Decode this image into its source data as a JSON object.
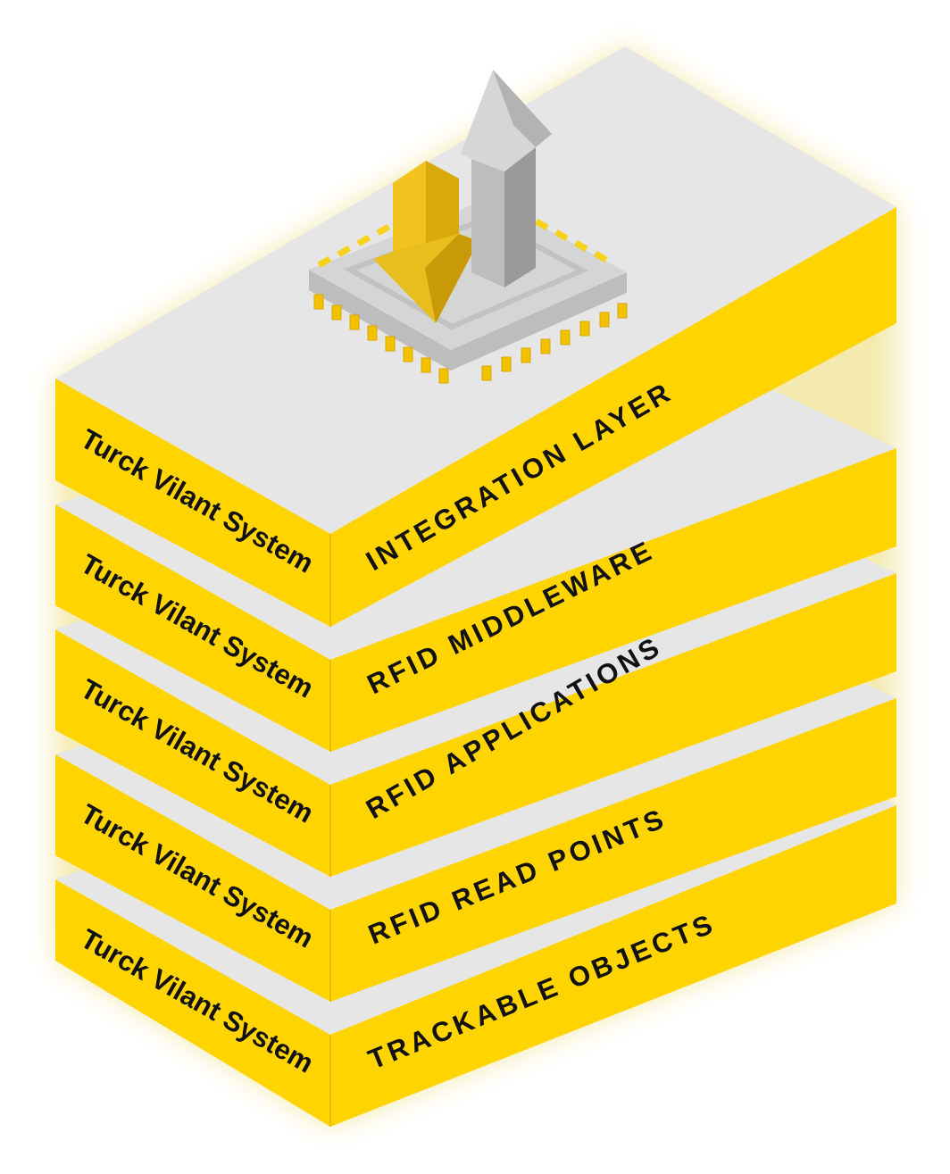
{
  "diagram": {
    "layers": [
      {
        "brand_label": "Turck Vilant System",
        "layer_label": "INTEGRATION LAYER"
      },
      {
        "brand_label": "Turck Vilant System",
        "layer_label": "RFID MIDDLEWARE"
      },
      {
        "brand_label": "Turck Vilant System",
        "layer_label": "RFID APPLICATIONS"
      },
      {
        "brand_label": "Turck Vilant System",
        "layer_label": "RFID READ POINTS"
      },
      {
        "brand_label": "Turck Vilant System",
        "layer_label": "TRACKABLE OBJECTS"
      }
    ],
    "top_icon": "rfid-chip-with-up-down-arrows-icon",
    "colors": {
      "yellow": "#FFD400",
      "yellow_dark": "#F2C200",
      "top_face": "#E6E6E6",
      "slot_face": "#D9D9D9",
      "glow": "#F3E7A6",
      "arrow_gold": "#E8BE1E",
      "arrow_silver": "#A6A6A6"
    }
  }
}
